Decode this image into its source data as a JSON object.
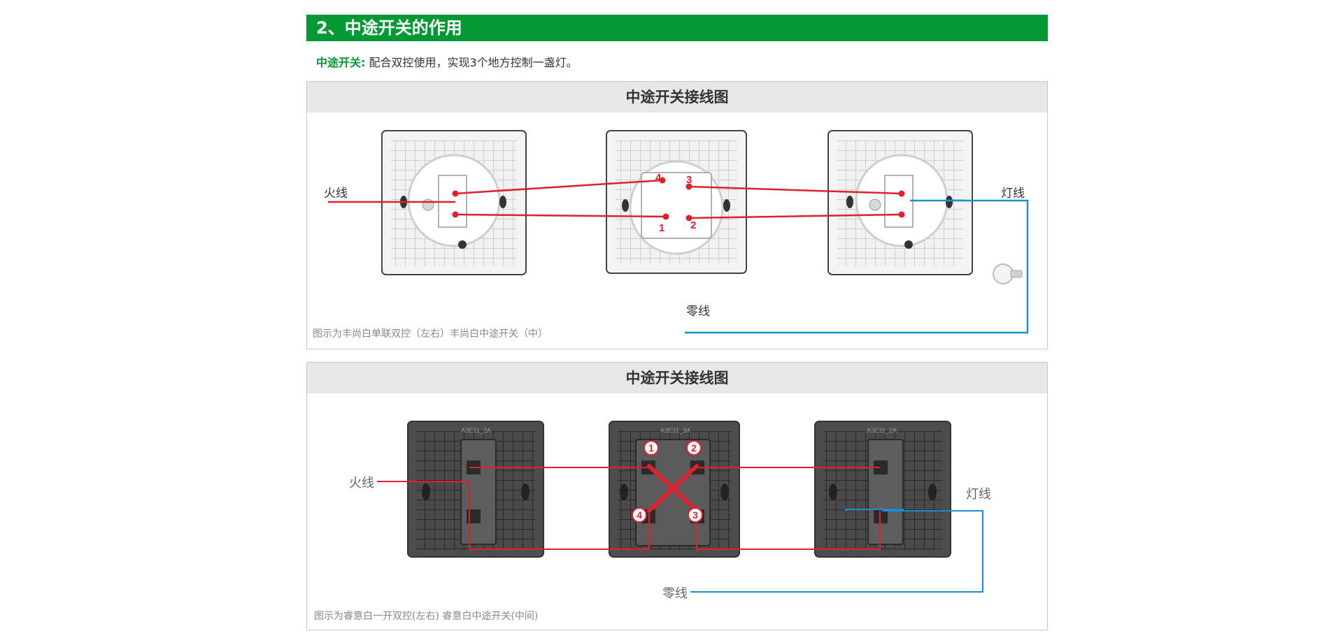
{
  "header": {
    "title": "2、中途开关的作用"
  },
  "intro": {
    "keyword": "中途开关:",
    "text": "配合双控使用，实现3个地方控制一盏灯。"
  },
  "panel1": {
    "title": "中途开关接线图",
    "labels": {
      "live": "火线",
      "lamp": "灯线",
      "neutral": "零线"
    },
    "terminals": [
      "4",
      "3",
      "1",
      "2"
    ],
    "caption": "图示为丰尚白单联双控（左右）丰尚白中途开关（中）"
  },
  "panel2": {
    "title": "中途开关接线图",
    "labels": {
      "live": "火线",
      "lamp": "灯线",
      "neutral": "零线"
    },
    "terminals": [
      "1",
      "2",
      "4",
      "3"
    ],
    "caption": "图示为睿意白一开双控(左右) 睿意白中途开关(中间)",
    "model_left": "A3E31_2A",
    "model_mid": "A3E31_3A",
    "model_right": "A3E31_2A"
  },
  "colors": {
    "accent_green": "#049934",
    "wire_red": "#e0202a",
    "wire_blue": "#1b8fd6"
  }
}
